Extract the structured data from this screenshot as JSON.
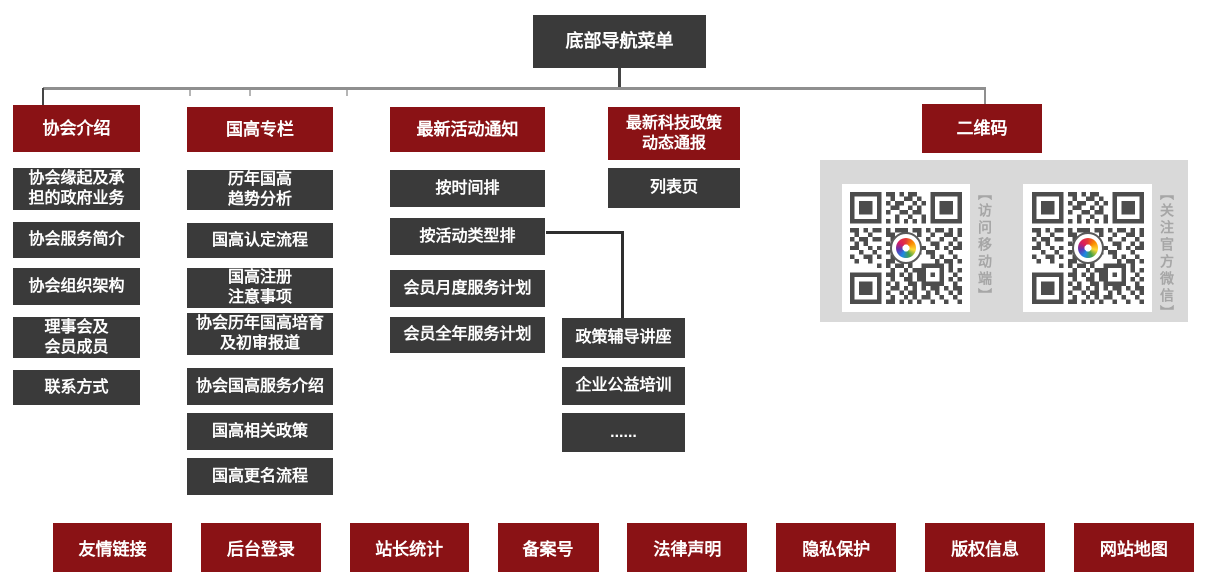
{
  "root": {
    "label": "底部导航菜单"
  },
  "columns": [
    {
      "header": "协会介绍",
      "children": [
        "协会缘起及承\n担的政府业务",
        "协会服务简介",
        "协会组织架构",
        "理事会及\n会员成员",
        "联系方式"
      ]
    },
    {
      "header": "国高专栏",
      "children": [
        "历年国高\n趋势分析",
        "国高认定流程",
        "国高注册\n注意事项",
        "协会历年国高培育\n及初审报道",
        "协会国高服务介绍",
        "国高相关政策",
        "国高更名流程"
      ]
    },
    {
      "header": "最新活动通知",
      "children": [
        "按时间排",
        "按活动类型排",
        "会员月度服务计划",
        "会员全年服务计划"
      ]
    },
    {
      "header": "最新科技政策\n动态通报",
      "children": [
        "列表页"
      ]
    },
    {
      "header": "二维码",
      "children": []
    }
  ],
  "activity_type_branch": {
    "children": [
      "政策辅导讲座",
      "企业公益培训",
      "......"
    ]
  },
  "qr_section": {
    "labels": [
      "【访问移动端】",
      "【关注官方微信】"
    ]
  },
  "footer": {
    "buttons": [
      "友情链接",
      "后台登录",
      "站长统计",
      "备案号",
      "法律声明",
      "隐私保护",
      "版权信息",
      "网站地图"
    ]
  },
  "colors": {
    "red": "#8a1215",
    "dark": "#3a3a3a",
    "panel": "#d9d9d9"
  }
}
